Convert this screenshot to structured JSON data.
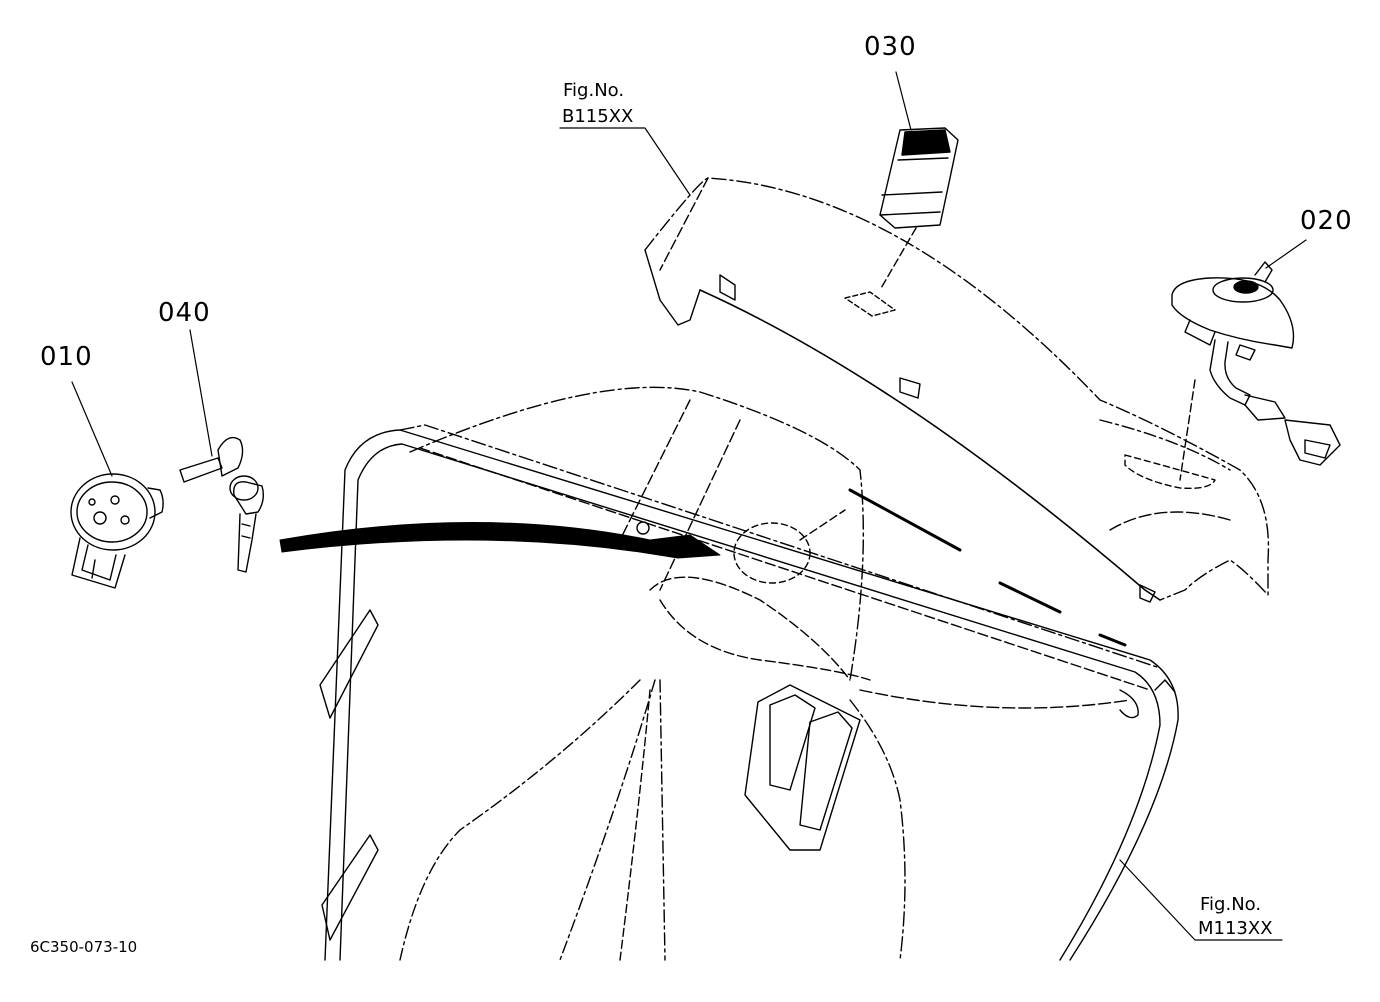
{
  "parts": {
    "p010": "010",
    "p020": "020",
    "p030": "030",
    "p040": "040"
  },
  "refs": {
    "top": {
      "line1": "Fig.No.",
      "line2": "B115XX"
    },
    "bottom": {
      "line1": "Fig.No.",
      "line2": "M113XX"
    }
  },
  "diagram_code": "6C350-073-10",
  "colors": {
    "ink": "#000000",
    "paper": "#ffffff"
  }
}
